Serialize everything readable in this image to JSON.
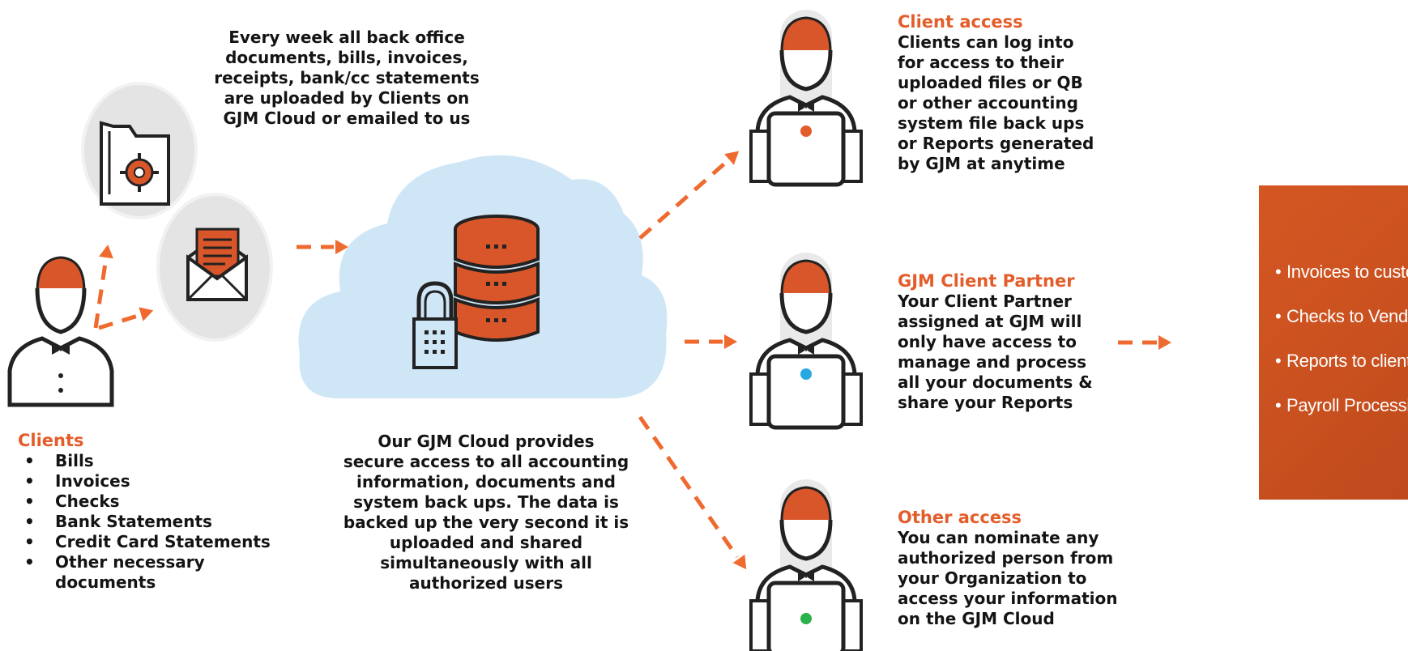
{
  "intro": {
    "lines": [
      "Every week all back office",
      "documents, bills, invoices,",
      "receipts, bank/cc statements",
      "are uploaded by Clients on",
      "GJM Cloud or emailed to us"
    ]
  },
  "clients": {
    "heading": "Clients",
    "items": [
      "Bills",
      "Invoices",
      "Checks",
      "Bank Statements",
      "Credit Card Statements",
      "Other necessary",
      "documents"
    ]
  },
  "cloud": {
    "lines": [
      "Our GJM Cloud provides",
      "secure access to all accounting",
      "information, documents and",
      "system back ups.  The data is",
      "backed up the very second it is",
      "uploaded and shared",
      "simultaneously with all",
      "authorized users"
    ]
  },
  "client_access": {
    "heading": "Client access",
    "lines": [
      "Clients can log into",
      "for access to their",
      "uploaded files or QB",
      "or other accounting",
      "system file back ups",
      "or Reports generated",
      "by GJM at anytime"
    ]
  },
  "partner": {
    "heading": "GJM Client Partner",
    "lines": [
      "Your Client Partner",
      "assigned at GJM will",
      "only have access to",
      "manage and process",
      "all your documents &",
      "share your Reports"
    ]
  },
  "other_access": {
    "heading": "Other access",
    "lines": [
      "You can nominate any",
      "authorized person from",
      "your Organization to",
      "access your information",
      "on the GJM Cloud"
    ]
  },
  "outputs": {
    "items": [
      "Invoices to customers",
      "Checks to Vendors",
      "Reports to clients",
      "Payroll Processing"
    ]
  },
  "icons": [
    "person-icon",
    "folder-gear-icon",
    "envelope-icon",
    "cloud-icon",
    "database-icon",
    "padlock-icon",
    "laptop-icon",
    "arrow-icon"
  ],
  "colors": {
    "accent": "#e35d2a",
    "orange_fill": "#d9562a",
    "cloud": "#cfe6f7",
    "circle": "#e4e4e4",
    "panel": "#d45722",
    "dot_client_access": "#e35d2a",
    "dot_partner": "#27a8e0",
    "dot_other_access": "#2bb24c"
  }
}
